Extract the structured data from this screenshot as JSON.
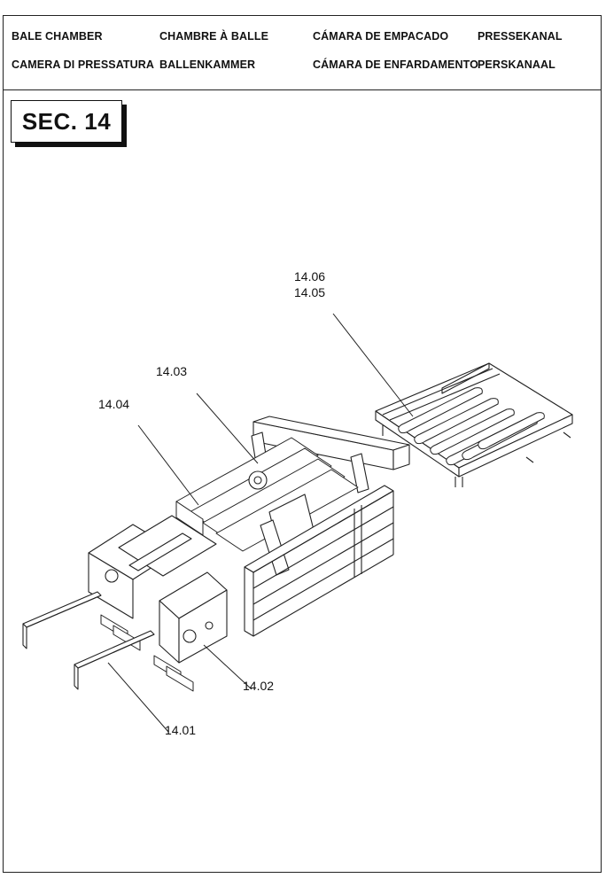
{
  "header": {
    "titles": [
      [
        "BALE CHAMBER",
        "CHAMBRE À BALLE",
        "CÁMARA DE EMPACADO",
        "PRESSEKANAL"
      ],
      [
        "CAMERA DI PRESSATURA",
        "BALLENKAMMER",
        "CÁMARA DE ENFARDAMENTO",
        "PERSKANAAL"
      ]
    ]
  },
  "section": {
    "label": "SEC. 14"
  },
  "callouts": {
    "c1406": "14.06",
    "c1405": "14.05",
    "c1403": "14.03",
    "c1404": "14.04",
    "c1402": "14.02",
    "c1401": "14.01"
  }
}
